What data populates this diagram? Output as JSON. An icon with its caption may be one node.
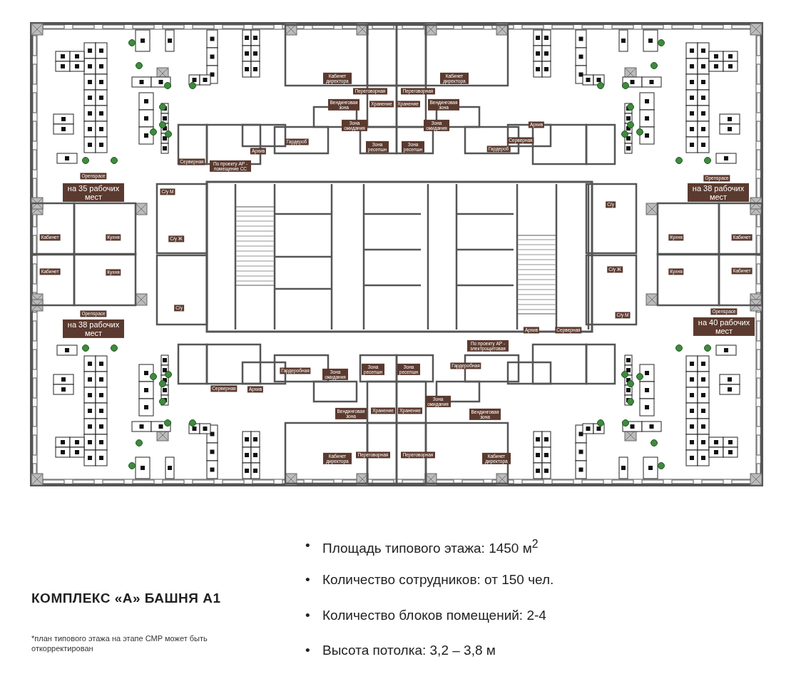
{
  "diagram": {
    "title": "КОМПЛЕКС «А» БАШНЯ А1",
    "caption": "*план типового этажа на этапе СМР может быть откорректирован",
    "labels": [
      "Кабинет директора",
      "Переговорная",
      "Переговорная",
      "Кабинет директора",
      "Вендинговая зона",
      "Хранение",
      "Хранение",
      "Вендинговая зона",
      "Зона ожидания",
      "Зона ожидания",
      "Архив",
      "Гардероб",
      "Серверная",
      "Зона ресепшн",
      "Зона ресепшн",
      "Гардероб",
      "Архив",
      "Серверная",
      "По проекту АР - помещение СС",
      "Openspace",
      "на 35 рабочих мест",
      "Openspace",
      "на 38 рабочих мест",
      "С/у М",
      "С/у",
      "Кабинет",
      "Кухня",
      "С/у Ж",
      "Кухня",
      "Кабинет",
      "Кабинет",
      "Кухня",
      "С/у Ж",
      "Кухня",
      "Кабинет",
      "С/у",
      "Openspace",
      "на 38 рабочих мест",
      "С/у М",
      "Openspace",
      "на 40 рабочих мест",
      "Архив",
      "Серверная",
      "По проекту АР - электрощитовая",
      "Гардеробная",
      "Зона ресепшн",
      "Зона ресепшн",
      "Гардеробная",
      "Зона ожидания",
      "Серверная",
      "Архив",
      "Зона ожидания",
      "Хранение",
      "Хранение",
      "Вендинговая зона",
      "Вендинговая зона",
      "Переговорная",
      "Переговорная",
      "Кабинет директора",
      "Кабинет директора",
      "•",
      "Площадь типового этажа: 1450 м$^{2}$",
      "•",
      "Количество сотрудников: от 150 чел.",
      "•",
      "Количество блоков помещений: 2-4",
      "•",
      "Высота потолка: 3,2 – 3,8 м"
    ]
  }
}
